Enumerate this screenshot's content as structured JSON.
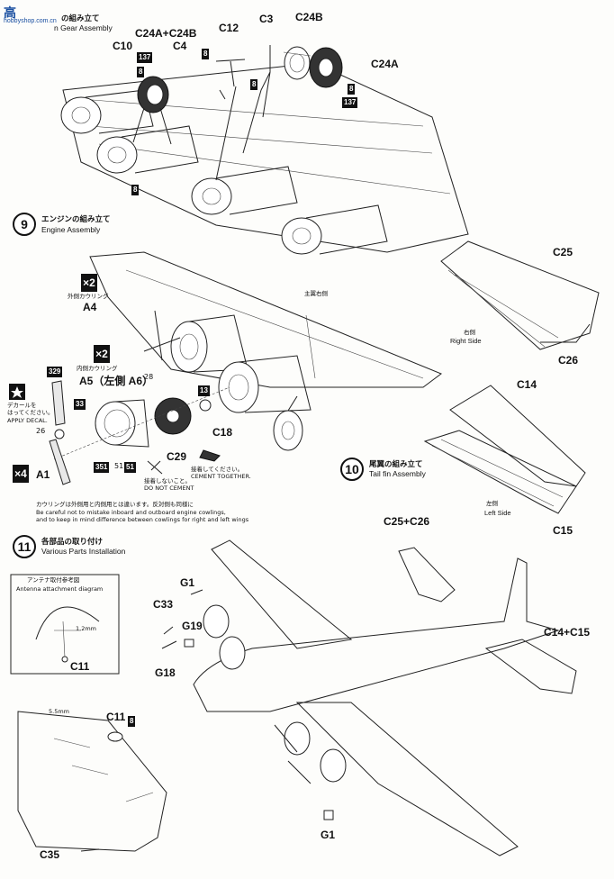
{
  "watermark": {
    "logo": "高",
    "site": "hobbyshop.com.cn"
  },
  "step_main_gear": {
    "jp": "の組み立て",
    "en": "n Gear Assembly"
  },
  "step9": {
    "number": "9",
    "jp": "エンジンの組み立て",
    "en": "Engine Assembly"
  },
  "step10": {
    "number": "10",
    "jp": "尾翼の組み立て",
    "en": "Tail fin Assembly"
  },
  "step11": {
    "number": "11",
    "jp": "各部品の取り付け",
    "en": "Various Parts Installation"
  },
  "gear_labels": {
    "c24a_c24b": "C24A+C24B",
    "c12": "C12",
    "c3": "C3",
    "c24b": "C24B",
    "c24a": "C24A",
    "c10": "C10",
    "c4": "C4",
    "n137a": "137",
    "n137b": "137",
    "n8a": "8",
    "n8b": "8",
    "n8c": "8",
    "n8d": "8",
    "n8e": "8"
  },
  "engine": {
    "x2a": "×2",
    "outer_cowl_jp": "外側カウリング",
    "a4": "A4",
    "x2b": "×2",
    "inner_cowl_jp": "内側カウリング",
    "a5a6": "A5（左側 A6）",
    "wing_note": "主翼右側",
    "n329": "329",
    "n33": "33",
    "n26": "26",
    "n28": "28",
    "n13": "13",
    "c18": "C18",
    "c29": "C29",
    "a1": "A1",
    "x4": "×4",
    "n351": "351",
    "n51a": "51",
    "n51b": "51",
    "decal_jp": "デカールを\nはってください。",
    "decal_en": "APPLY DECAL.",
    "nocement_jp": "接着しないこと。",
    "nocement_en": "DO NOT CEMENT",
    "cement_jp": "接着してください。",
    "cement_en": "CEMENT TOGETHER.",
    "caution_jp": "カウリングは外側用と内側用とは違います。反対側も同様に",
    "caution_en1": "Be careful not to mistake inboard and outboard engine cowlings,",
    "caution_en2": "and to keep in mind difference between cowlings for right and left wings"
  },
  "tail": {
    "c25": "C25",
    "right_jp": "右側",
    "right_en": "Right Side",
    "c26": "C26",
    "c14": "C14",
    "left_jp": "左側",
    "left_en": "Left Side",
    "c15": "C15"
  },
  "various": {
    "c25c26": "C25+C26",
    "g1a": "G1",
    "c33": "C33",
    "g19": "G19",
    "g18": "G18",
    "c14c15": "C14+C15",
    "g1b": "G1",
    "c11a": "C11",
    "c11b": "C11",
    "n8": "8",
    "c35": "C35",
    "antenna_jp": "アンテナ取付参考図",
    "antenna_en": "Antenna attachment diagram",
    "dim12": "1.2mm",
    "dim55": "5.5mm"
  }
}
